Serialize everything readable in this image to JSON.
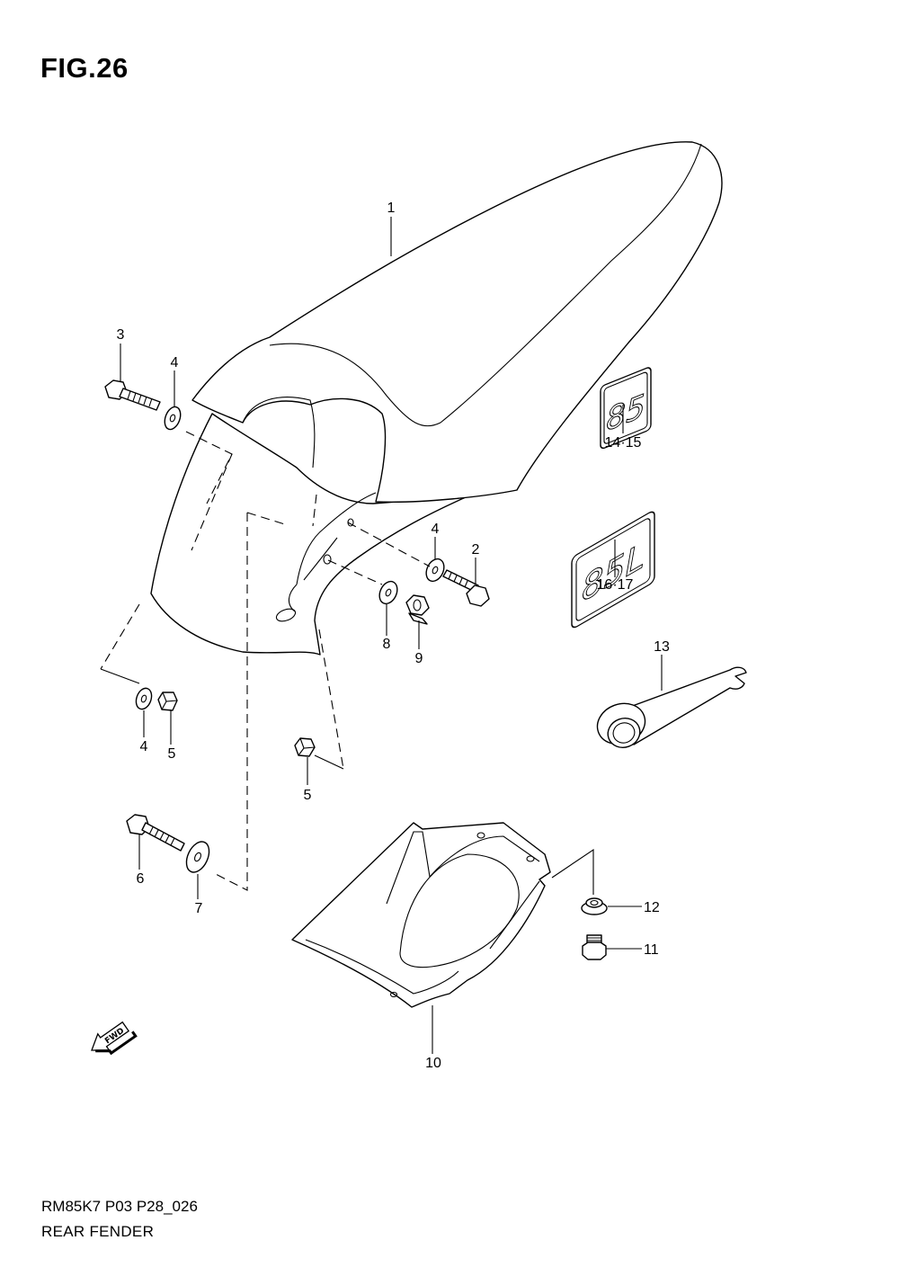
{
  "figure": {
    "title": "FIG.26",
    "code": "RM85K7 P03 P28_026",
    "name": "REAR FENDER"
  },
  "callouts": {
    "c1": "1",
    "c2": "2",
    "c3": "3",
    "c4a": "4",
    "c4b": "4",
    "c4c": "4",
    "c5a": "5",
    "c5b": "5",
    "c6": "6",
    "c7": "7",
    "c8": "8",
    "c9": "9",
    "c10": "10",
    "c11": "11",
    "c12": "12",
    "c13": "13",
    "c14_15": "14·15",
    "c16_17": "16·17"
  },
  "decals": {
    "small": "85",
    "large": "85L"
  },
  "fwd_arrow": "FWD"
}
